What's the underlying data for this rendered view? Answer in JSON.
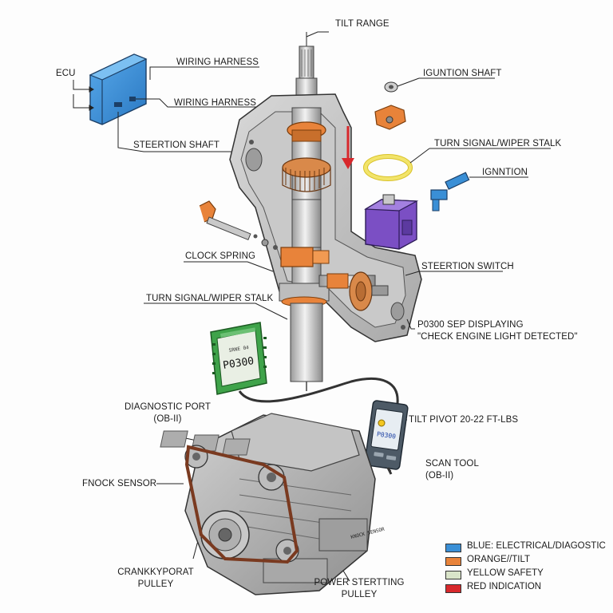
{
  "labels": {
    "tilt_range": "TILT RANGE",
    "ecu": "ECU",
    "wiring_harness_1": "WIRING HARNESS",
    "wiring_harness_2": "WIRING HARNESS",
    "igniton_shaft": "IGUNTION SHAFT",
    "steering_shaft": "STEERTION SHAFT",
    "turn_signal_stalk_right": "TURN SIGNAL/WIPER STALK",
    "ignition": "IGNNTION",
    "clock_spring": "CLOCK SPRING",
    "steering_switch": "STEERTION SWITCH",
    "turn_signal_stalk_left": "TURN SIGNAL/WIPER STALK",
    "p0300_line1": "P0300  SEP DISPLAYING",
    "p0300_line2": "\"CHECK ENGINE LIGHT DETECTED\"",
    "diagnostic_port_line1": "DIAGNOSTIC PORT",
    "diagnostic_port_line2": "(OB-II)",
    "tilt_pivot": "TILT PIVOT 20-22 FT-LBS",
    "scan_tool_line1": "SCAN TOOL",
    "scan_tool_line2": "(OB-II)",
    "knock_sensor": "FNOCK SENSOR",
    "knock_sensor_small": "KNOCK SENSOR",
    "crank_pulley_line1": "CRANKKYPORAT",
    "crank_pulley_line2": "PULLEY",
    "power_steering_line1": "POWER STERTTING",
    "power_steering_line2": "PULLEY"
  },
  "obd_module": {
    "code": "P0300",
    "small_text": "SRNE 04"
  },
  "scan_tool": {
    "code": "P0300"
  },
  "legend": [
    {
      "label": "BLUE: ELECTRICAL/DIAGOSTIC",
      "color": "#3a8fd6"
    },
    {
      "label": "ORANGE//TILT",
      "color": "#e8833a"
    },
    {
      "label": "YELLOW  SAFETY",
      "color": "#d9e4c9"
    },
    {
      "label": "RED INDICATION",
      "color": "#d8282c"
    }
  ],
  "colors": {
    "electrical": "#3a8fd6",
    "tilt": "#e8833a",
    "safety": "#f2e46a",
    "indication": "#d8282c",
    "ignition_housing": "#7b4fc4",
    "obd_module": "#3fa34a"
  }
}
